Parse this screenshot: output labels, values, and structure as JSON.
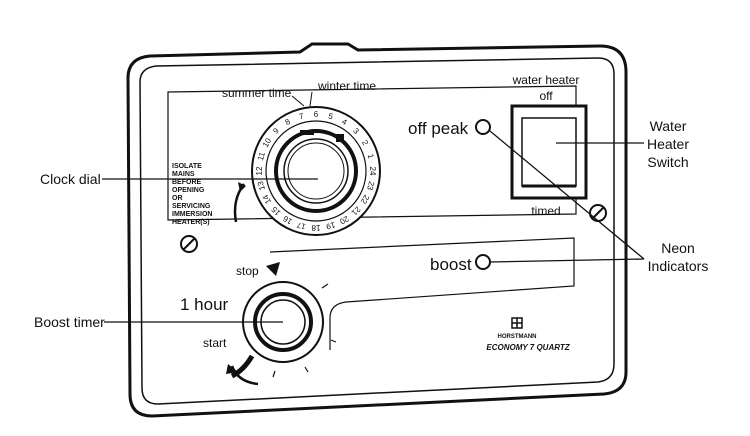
{
  "callouts": {
    "clock_dial": "Clock dial",
    "boost_timer": "Boost timer",
    "water_heater_switch": [
      "Water",
      "Heater",
      "Switch"
    ],
    "neon_indicators": [
      "Neon",
      "Indicators"
    ]
  },
  "device": {
    "summer_time": "summer time",
    "winter_time": "winter time",
    "off_peak": "off peak",
    "boost": "boost",
    "water_heater_off": [
      "water heater",
      "off"
    ],
    "timed": "timed",
    "stop": "stop",
    "one_hour": "1 hour",
    "start": "start",
    "warning": [
      "ISOLATE",
      "MAINS",
      "BEFORE",
      "OPENING",
      "OR",
      "SERVICING",
      "IMMERSION",
      "HEATER(S)"
    ],
    "brand": "HORSTMANN",
    "model": "ECONOMY 7  QUARTZ",
    "dial_numbers": [
      "1",
      "2",
      "3",
      "4",
      "5",
      "6",
      "7",
      "8",
      "9",
      "10",
      "11",
      "12",
      "13",
      "14",
      "15",
      "16",
      "17",
      "18",
      "19",
      "20",
      "21",
      "22",
      "23",
      "24"
    ]
  }
}
